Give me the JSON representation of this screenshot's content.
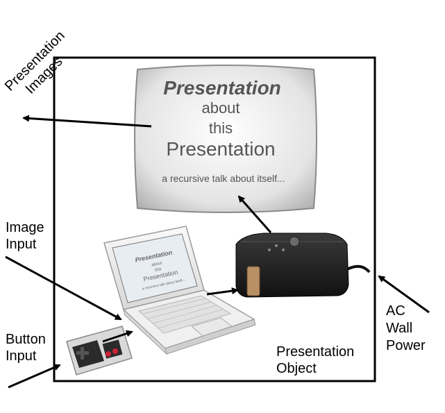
{
  "labels": {
    "presentation_images": [
      "Presentation",
      "Images"
    ],
    "image_input": [
      "Image",
      "Input"
    ],
    "button_input": [
      "Button",
      "Input"
    ],
    "presentation_object": [
      "Presentation",
      "Object"
    ],
    "ac_wall_power": [
      "AC",
      "Wall",
      "Power"
    ]
  },
  "screen": {
    "line1": "Presentation",
    "line2": "about",
    "line3": "this",
    "line4": "Presentation",
    "subtitle": "a recursive talk about itself..."
  },
  "laptop_screen": {
    "line1": "Presentation",
    "line2": "about",
    "line3": "this",
    "line4": "Presentation",
    "subtitle": "a recursive talk about itself..."
  },
  "colors": {
    "frame": "#000000",
    "arrow": "#000000",
    "screen_fill": "#e8e8e8",
    "projector": "#1c1c1c",
    "laptop": "#f2f2f2",
    "controller_red": "#cc2233"
  }
}
